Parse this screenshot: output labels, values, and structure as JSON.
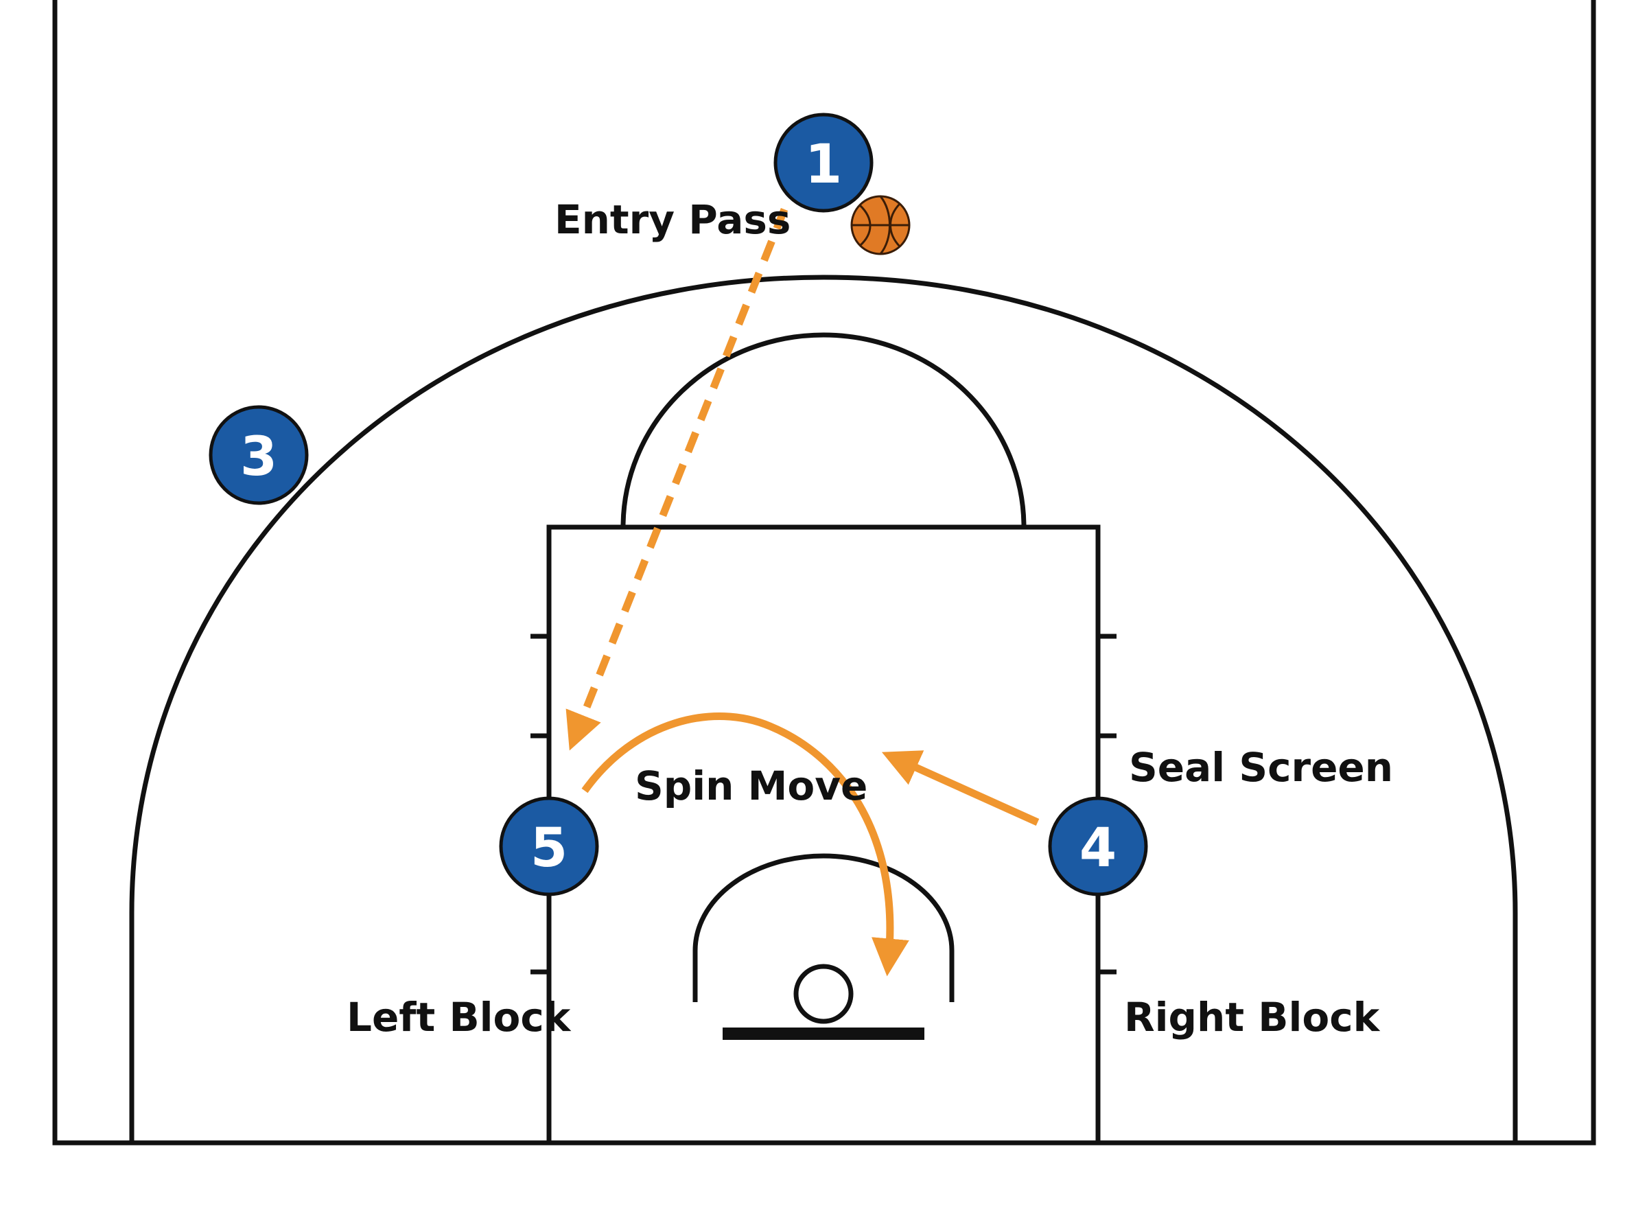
{
  "colors": {
    "court_lines": "#111111",
    "player_fill": "#1b5aa3",
    "player_text": "#ffffff",
    "movement": "#f0962f",
    "ball": "#e07a25",
    "background": "#ffffff"
  },
  "players": [
    {
      "id": "player-1",
      "number": "1"
    },
    {
      "id": "player-3",
      "number": "3"
    },
    {
      "id": "player-5",
      "number": "5"
    },
    {
      "id": "player-4",
      "number": "4"
    }
  ],
  "labels": {
    "entry_pass": "Entry Pass",
    "spin_move": "Spin Move",
    "seal_screen": "Seal Screen",
    "left_block": "Left Block",
    "right_block": "Right Block"
  },
  "actions": [
    {
      "name": "entry-pass",
      "from": "1",
      "to": "5",
      "style": "dashed-arrow"
    },
    {
      "name": "spin-move",
      "player": "5",
      "style": "curved-arrow"
    },
    {
      "name": "seal-screen",
      "player": "4",
      "style": "solid-arrow"
    }
  ],
  "ball": {
    "icon": "basketball-icon",
    "holder": "1"
  }
}
